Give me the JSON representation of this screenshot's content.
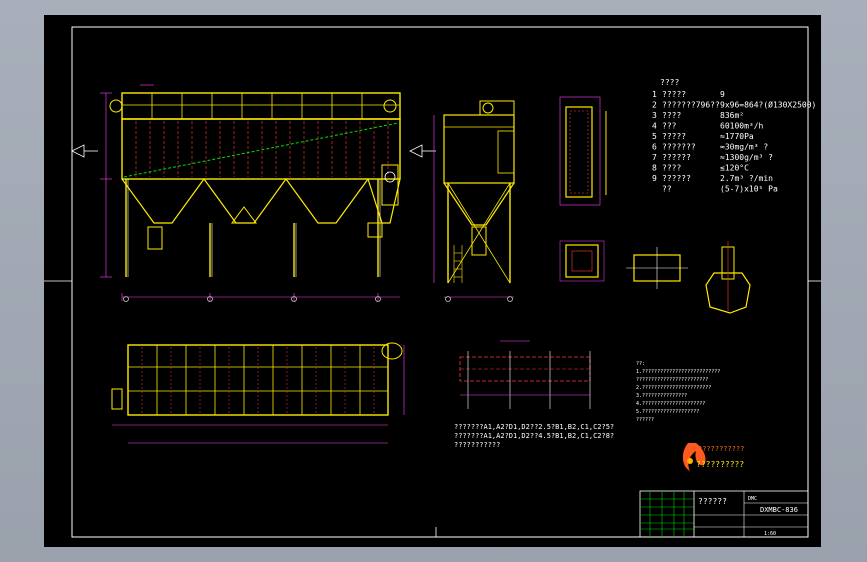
{
  "drawing": {
    "specs": {
      "header": "????",
      "rows": [
        {
          "no": "1",
          "name": "?????",
          "value": "9"
        },
        {
          "no": "2",
          "name": "???????796??",
          "value": "9x96=864?(Ø130X2500)"
        },
        {
          "no": "3",
          "name": "????",
          "value": "836m²"
        },
        {
          "no": "4",
          "name": "???",
          "value": "60100m³/h"
        },
        {
          "no": "5",
          "name": "?????",
          "value": "≈1770Pa"
        },
        {
          "no": "6",
          "name": "???????",
          "value": "≈30mg/m³ ?"
        },
        {
          "no": "7",
          "name": "??????",
          "value": "≈1300g/m³ ?"
        },
        {
          "no": "8",
          "name": "????",
          "value": "≤120°C"
        },
        {
          "no": "9",
          "name": "??????",
          "value": "2.7m³ ?/min"
        },
        {
          "no": "",
          "name": "??",
          "value": "(5-7)x10⁵ Pa"
        }
      ]
    },
    "notes": {
      "line1": "???????A1,A2?D1,D2??2.5?B1,B2,C1,C2?5?",
      "line2": "???????A1,A2?D1,D2??4.5?B1,B2,C1,C2?8?",
      "line3": "???????????"
    },
    "company": {
      "logo_text": "???????????",
      "name": "??????????"
    },
    "title_block": {
      "project": "??????",
      "code_label": "DMC",
      "drawing_no": "DXMBC-836",
      "scale": "1:60"
    }
  }
}
